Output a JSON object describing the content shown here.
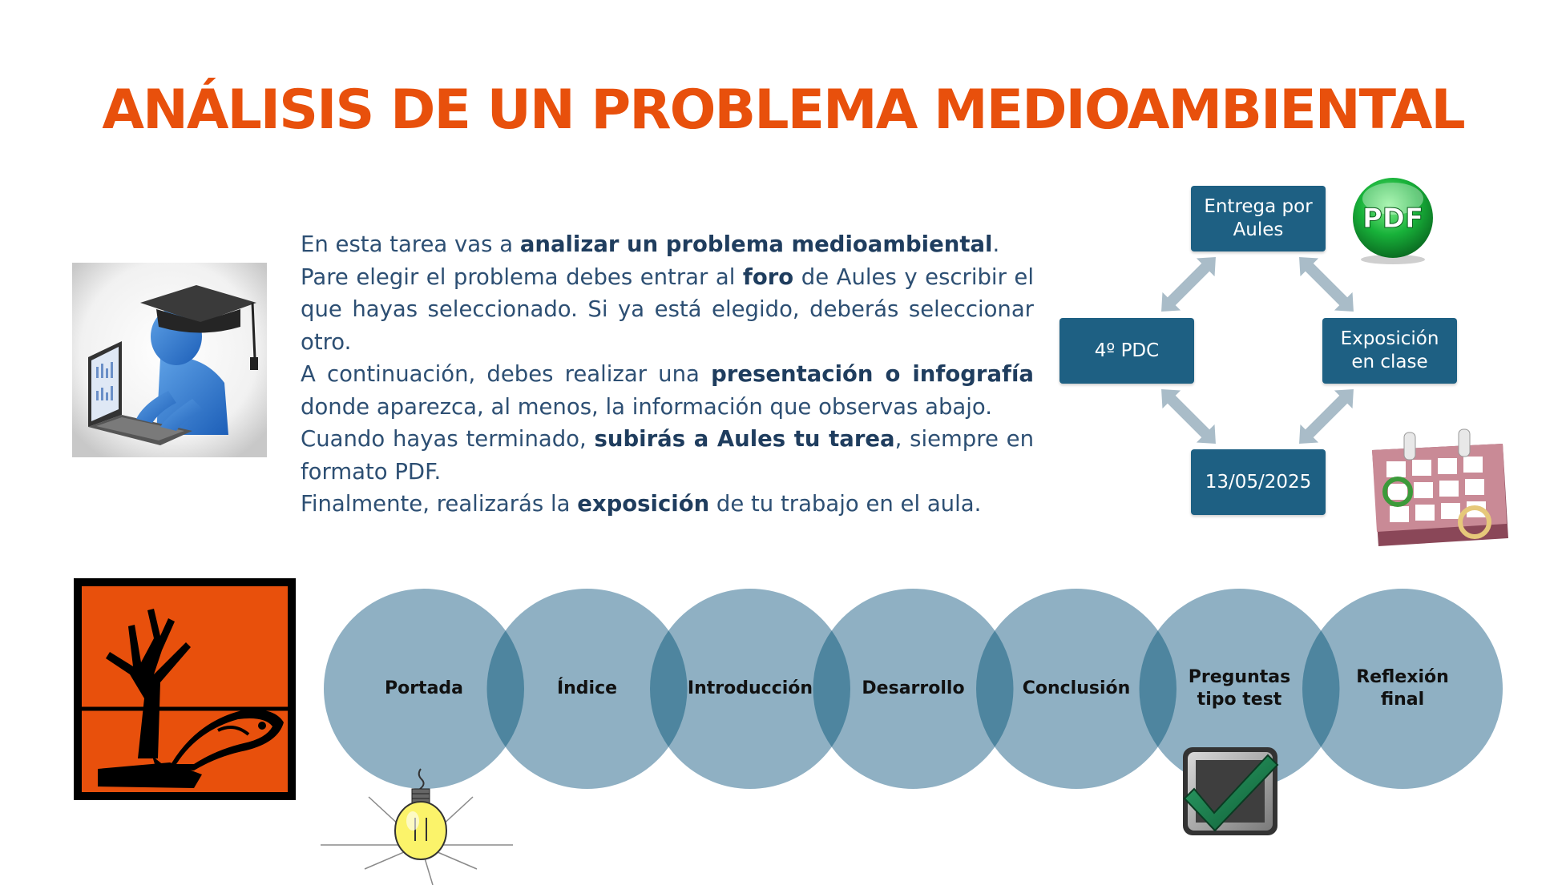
{
  "title": "ANÁLISIS DE UN PROBLEMA MEDIOAMBIENTAL",
  "intro": {
    "p1_a": "En esta tarea vas a ",
    "p1_b": "analizar un problema medioambiental",
    "p1_c": ".",
    "p2_a": "Pare elegir el problema debes entrar al ",
    "p2_b": "foro",
    "p2_c": " de Aules y escribir el que hayas seleccionado. Si ya está elegido, deberás seleccionar otro.",
    "p3_a": "A continuación, debes realizar una ",
    "p3_b": "presentación o infografía",
    "p3_c": " donde aparezca, al menos, la información que observas abajo.",
    "p4_a": "Cuando hayas terminado, ",
    "p4_b": "subirás a Aules tu tarea",
    "p4_c": ", siempre en formato PDF.",
    "p5_a": "Finalmente, realizarás la ",
    "p5_b": "exposición",
    "p5_c": " de tu trabajo en el aula."
  },
  "cycle": {
    "top": "Entrega por\nAules",
    "right": "Exposición\nen clase",
    "bottom": "13/05/2025",
    "left": "4º PDC"
  },
  "pdf_icon_label": "PDF",
  "steps": [
    "Portada",
    "Índice",
    "Introducción",
    "Desarrollo",
    "Conclusión",
    "Preguntas\ntipo test",
    "Reflexión\nfinal"
  ],
  "colors": {
    "title": "#e8500c",
    "text": "#2d4f73",
    "box": "#1e6083",
    "circle": "#8fb0c3",
    "circle_overlap": "#4e859f",
    "hazard_bg": "#e8500c"
  }
}
